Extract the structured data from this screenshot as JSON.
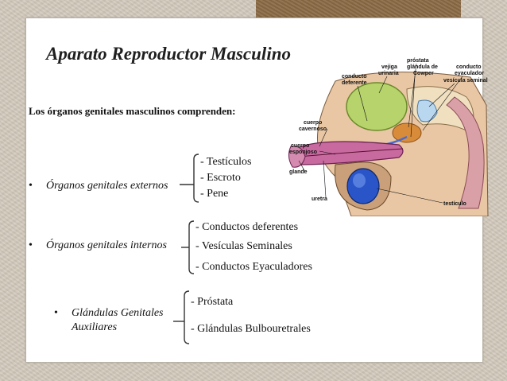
{
  "slide": {
    "title": "Aparato Reproductor Masculino",
    "subtitle": "Los órganos genitales masculinos comprenden:",
    "sections": [
      {
        "bullet": "•",
        "label": "Órganos genitales externos",
        "items": [
          "- Testículos",
          "- Escroto",
          "- Pene"
        ]
      },
      {
        "bullet": "•",
        "label": "Órganos genitales internos",
        "items": [
          "- Conductos deferentes",
          "- Vesículas Seminales",
          "- Conductos Eyaculadores"
        ]
      },
      {
        "bullet": "•",
        "label_line1": "Glándulas Genitales",
        "label_line2": "Auxiliares",
        "items": [
          "- Próstata",
          "- Glándulas Bulbouretrales"
        ]
      }
    ]
  },
  "diagram_labels": {
    "prostata": "próstata",
    "vejiga_l1": "vejiga",
    "vejiga_l2": "urinaria",
    "glandula_l1": "glándula de",
    "glandula_l2": "Cowper",
    "conducto_eyac_l1": "conducto",
    "conducto_eyac_l2": "eyaculador",
    "conducto_def_l1": "conducto",
    "conducto_def_l2": "deferente",
    "vesicula": "vesícula seminal",
    "cuerpo_cav_l1": "cuerpo",
    "cuerpo_cav_l2": "cavernoso",
    "cuerpo_esp_l1": "cuerpo",
    "cuerpo_esp_l2": "esponjoso",
    "glande": "glande",
    "testiculo": "testículo",
    "uretra": "uretra"
  }
}
